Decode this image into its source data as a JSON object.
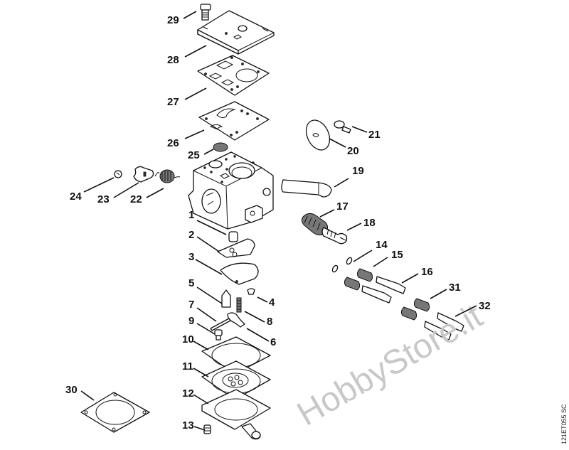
{
  "diagram": {
    "title": "Carburetor exploded parts view",
    "watermark": "HobbyStore.it",
    "drawing_code": "121ET055 SC",
    "parts": [
      {
        "id": "p1",
        "number": "1",
        "name": "fuel-strainer-plug"
      },
      {
        "id": "p2",
        "number": "2",
        "name": "control-lever-plate"
      },
      {
        "id": "p3",
        "number": "3",
        "name": "metering-diaphragm-plate"
      },
      {
        "id": "p4",
        "number": "4",
        "name": "screw"
      },
      {
        "id": "p5",
        "number": "5",
        "name": "inlet-needle"
      },
      {
        "id": "p6",
        "number": "6",
        "name": "inlet-control-lever"
      },
      {
        "id": "p7",
        "number": "7",
        "name": "lever-pin"
      },
      {
        "id": "p8",
        "number": "8",
        "name": "lever-spring"
      },
      {
        "id": "p9",
        "number": "9",
        "name": "screw"
      },
      {
        "id": "p10",
        "number": "10",
        "name": "gasket"
      },
      {
        "id": "p11",
        "number": "11",
        "name": "metering-diaphragm"
      },
      {
        "id": "p12",
        "number": "12",
        "name": "end-cover"
      },
      {
        "id": "p13",
        "number": "13",
        "name": "screw"
      },
      {
        "id": "p14",
        "number": "14",
        "name": "o-ring"
      },
      {
        "id": "p15",
        "number": "15",
        "name": "spring"
      },
      {
        "id": "p16",
        "number": "16",
        "name": "adjusting-screw"
      },
      {
        "id": "p17",
        "number": "17",
        "name": "spring"
      },
      {
        "id": "p18",
        "number": "18",
        "name": "idle-speed-screw"
      },
      {
        "id": "p19",
        "number": "19",
        "name": "throttle-shaft"
      },
      {
        "id": "p20",
        "number": "20",
        "name": "throttle-valve"
      },
      {
        "id": "p21",
        "number": "21",
        "name": "valve-screw"
      },
      {
        "id": "p22",
        "number": "22",
        "name": "torsion-spring"
      },
      {
        "id": "p23",
        "number": "23",
        "name": "throttle-lever"
      },
      {
        "id": "p24",
        "number": "24",
        "name": "circlip"
      },
      {
        "id": "p25",
        "number": "25",
        "name": "strainer"
      },
      {
        "id": "p26",
        "number": "26",
        "name": "pump-diaphragm"
      },
      {
        "id": "p27",
        "number": "27",
        "name": "gasket"
      },
      {
        "id": "p28",
        "number": "28",
        "name": "pump-cover"
      },
      {
        "id": "p29",
        "number": "29",
        "name": "cover-screw"
      },
      {
        "id": "p30",
        "number": "30",
        "name": "flange-gasket"
      },
      {
        "id": "p31",
        "number": "31",
        "name": "spring"
      },
      {
        "id": "p32",
        "number": "32",
        "name": "adjusting-screw"
      }
    ]
  }
}
